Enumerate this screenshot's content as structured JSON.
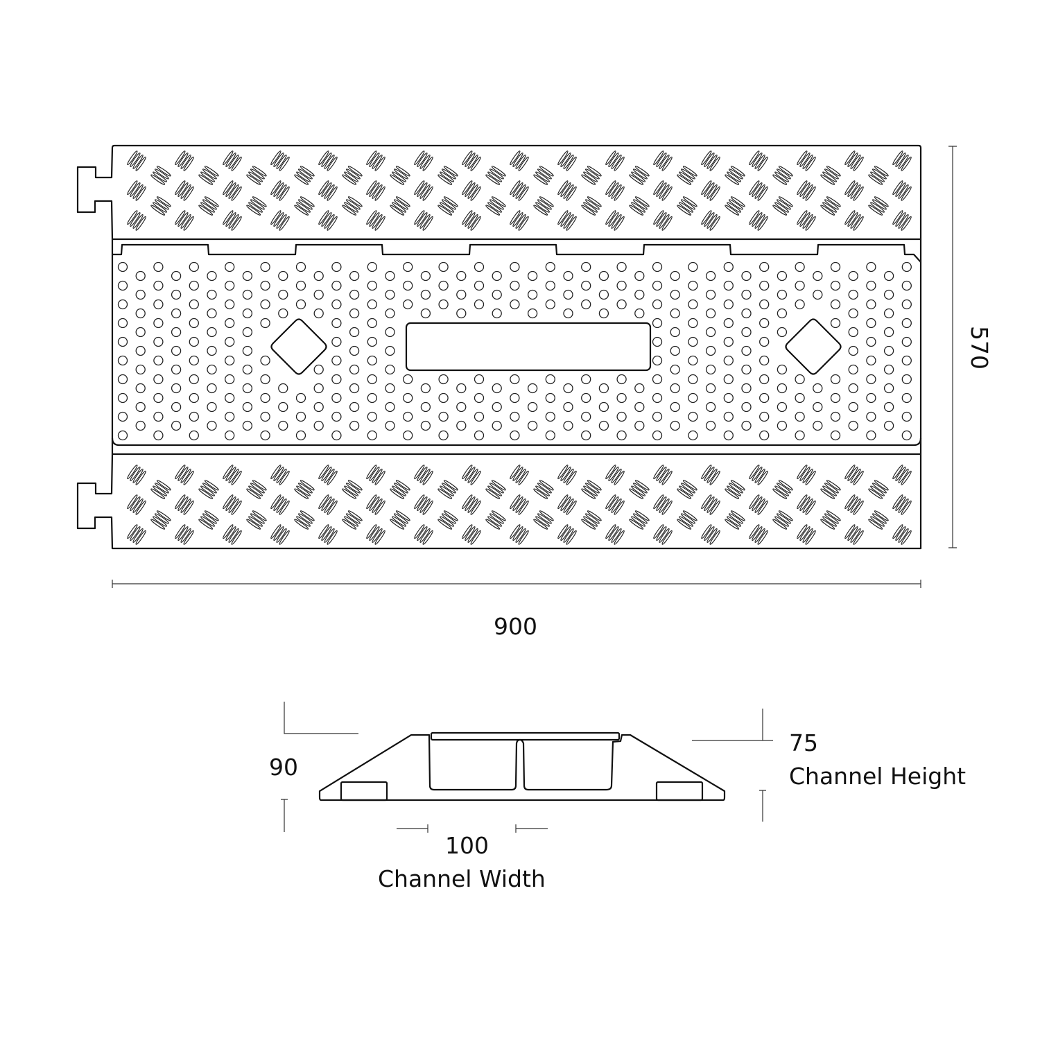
{
  "top_view": {
    "width_label": "900",
    "depth_label": "570"
  },
  "cross_section": {
    "height_label": "90",
    "channel_height_value": "75",
    "channel_height_caption": "Channel Height",
    "channel_width_value": "100",
    "channel_width_caption": "Channel Width"
  },
  "colors": {
    "line": "#111111",
    "background": "#ffffff"
  }
}
